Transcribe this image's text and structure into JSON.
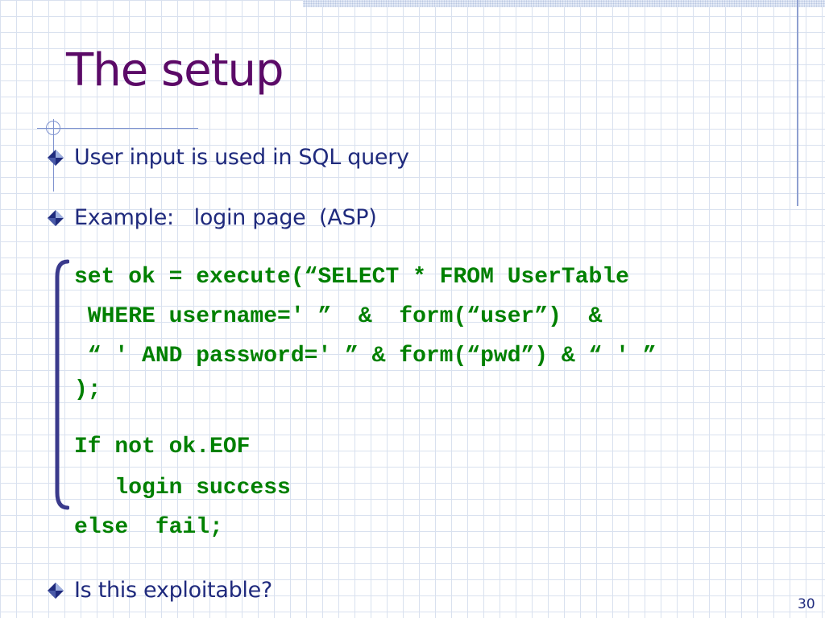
{
  "slide": {
    "title": "The setup",
    "number": "30"
  },
  "bullets": [
    {
      "text": "User input is used in SQL query",
      "icon": "diamond-bullet-icon"
    },
    {
      "text": "Example:   login page  (ASP)",
      "icon": "diamond-bullet-icon"
    },
    {
      "text": "Is this exploitable?",
      "icon": "diamond-bullet-icon"
    }
  ],
  "code": {
    "lines": [
      "set ok = execute(“SELECT * FROM UserTable",
      " WHERE username=' ”  &  form(“user”)  &",
      " “ ' AND password=' ” & form(“pwd”) & “ ' ”",
      ");",
      "If not ok.EOF",
      "   login success",
      "else  fail;"
    ]
  },
  "colors": {
    "title": "#5b0a67",
    "body_text": "#1f2a7d",
    "code_text": "#008000",
    "brace": "#3a3a8c",
    "grid": "#d9e1ef",
    "accent_rule": "#7f93cf"
  }
}
